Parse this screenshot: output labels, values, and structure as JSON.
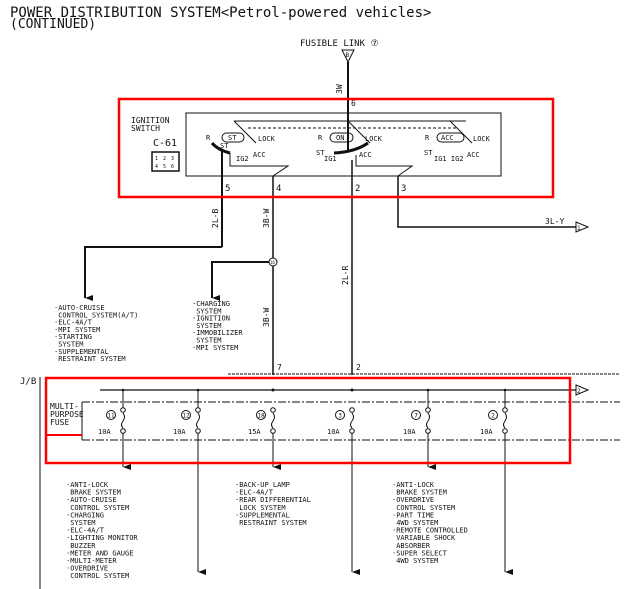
{
  "title": {
    "line1": "POWER DISTRIBUTION SYSTEM<Petrol-powered vehicles>",
    "line2": "(CONTINUED)"
  },
  "fusible_link": {
    "label": "FUSIBLE LINK ⑦",
    "connector": "B",
    "wire": "3W",
    "pin": "6"
  },
  "ignition_switch": {
    "label1": "IGNITION",
    "label2": "SWITCH",
    "connector": "C-61",
    "connector_pins": [
      "1",
      "2",
      "3",
      "4",
      "5",
      "6"
    ],
    "positions": [
      {
        "mode": "ST",
        "r": "R",
        "lock": "LOCK",
        "st": "ST",
        "acc": "ACC",
        "ig": "IG2"
      },
      {
        "mode": "ON",
        "r": "R",
        "lock": "LOCK",
        "st": "ST",
        "acc": "ACC",
        "ig": "IG1"
      },
      {
        "mode": "ACC",
        "r": "R",
        "lock": "LOCK",
        "st": "ST",
        "acc": "ACC",
        "ig": "IG1 IG2"
      }
    ],
    "pins": [
      "5",
      "4",
      "2",
      "3"
    ]
  },
  "wires": {
    "pin5": "2L-B",
    "pin4": "3B-W",
    "pin4b": "3B-W",
    "pin2": "2L-R",
    "pin3": "3L-Y",
    "pin3_conn": "1",
    "junction": "16"
  },
  "branch_lists": {
    "left": [
      "·AUTO-CRUISE",
      " CONTROL SYSTEM(A/T)",
      "·ELC-4A/T",
      "·MPI SYSTEM",
      "·STARTING",
      " SYSTEM",
      "·SUPPLEMENTAL",
      " RESTRAINT SYSTEM"
    ],
    "middle": [
      "·CHARGING",
      " SYSTEM",
      "·IGNITION",
      " SYSTEM",
      "·IMMOBILIZER",
      " SYSTEM",
      "·MPI SYSTEM"
    ]
  },
  "junction_block": {
    "label": "J/B",
    "pin_in_a": "7",
    "pin_in_b": "2",
    "out_conn": "2",
    "fuse_label": [
      "MULTI-",
      "PURPOSE",
      "FUSE"
    ],
    "fuses": [
      {
        "num": "11",
        "amp": "10A"
      },
      {
        "num": "12",
        "amp": "10A"
      },
      {
        "num": "18",
        "amp": "15A"
      },
      {
        "num": "3",
        "amp": "10A"
      },
      {
        "num": "7",
        "amp": "10A"
      },
      {
        "num": "2",
        "amp": "10A"
      }
    ]
  },
  "output_lists": {
    "fuse11": [
      "·ANTI-LOCK",
      " BRAKE SYSTEM",
      "·AUTO-CRUISE",
      " CONTROL SYSTEM",
      "·CHARGING",
      " SYSTEM",
      "·ELC-4A/T",
      "·LIGHTING MONITOR",
      " BUZZER",
      "·METER AND GAUGE",
      "·MULTI-METER",
      "·OVERDRIVE",
      " CONTROL SYSTEM"
    ],
    "fuse18": [
      "·BACK-UP LAMP",
      "·ELC-4A/T",
      "·REAR DIFFERENTIAL",
      " LOCK SYSTEM",
      "·SUPPLEMENTAL",
      " RESTRAINT SYSTEM"
    ],
    "fuse7": [
      "·ANTI-LOCK",
      " BRAKE SYSTEM",
      "·OVERDRIVE",
      " CONTROL SYSTEM",
      "·PART TIME",
      " 4WD SYSTEM",
      "·REMOTE CONTROLLED",
      " VARIABLE SHOCK",
      " ABSORBER",
      "·SUPER SELECT",
      " 4WD SYSTEM"
    ]
  },
  "highlight_color": "#ff0000"
}
